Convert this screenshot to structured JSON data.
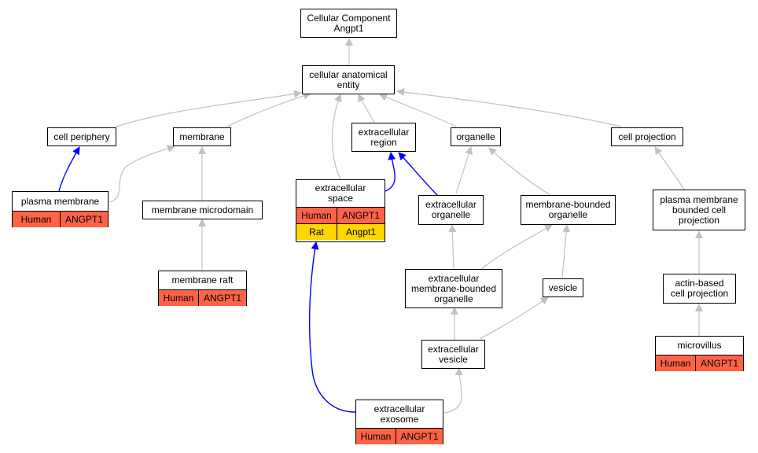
{
  "colors": {
    "gray_edge": "#c0c0c0",
    "blue_edge": "#0000ff",
    "human": "#ff6347",
    "rat": "#ffd700"
  },
  "nodes": {
    "root": "Cellular Component\nAngpt1",
    "cae": "cellular anatomical\nentity",
    "cell_periphery": "cell periphery",
    "membrane": "membrane",
    "extracellular_region": "extracellular\nregion",
    "organelle": "organelle",
    "cell_projection": "cell projection",
    "plasma_membrane": "plasma membrane",
    "membrane_microdomain": "membrane microdomain",
    "extracellular_space": "extracellular\nspace",
    "extracellular_organelle": "extracellular\norganelle",
    "membrane_bounded_organelle": "membrane-bounded\norganelle",
    "pm_bounded_projection": "plasma membrane\nbounded cell\nprojection",
    "membrane_raft": "membrane raft",
    "ec_membrane_bounded_organelle": "extracellular\nmembrane-bounded\norganelle",
    "vesicle": "vesicle",
    "actin_projection": "actin-based\ncell projection",
    "extracellular_vesicle": "extracellular\nvesicle",
    "microvillus": "microvillus",
    "extracellular_exosome": "extracellular\nexosome"
  },
  "annotations": {
    "plasma_membrane": [
      {
        "species": "Human",
        "gene": "ANGPT1"
      }
    ],
    "extracellular_space": [
      {
        "species": "Human",
        "gene": "ANGPT1"
      },
      {
        "species": "Rat",
        "gene": "Angpt1"
      }
    ],
    "membrane_raft": [
      {
        "species": "Human",
        "gene": "ANGPT1"
      }
    ],
    "microvillus": [
      {
        "species": "Human",
        "gene": "ANGPT1"
      }
    ],
    "extracellular_exosome": [
      {
        "species": "Human",
        "gene": "ANGPT1"
      }
    ]
  }
}
